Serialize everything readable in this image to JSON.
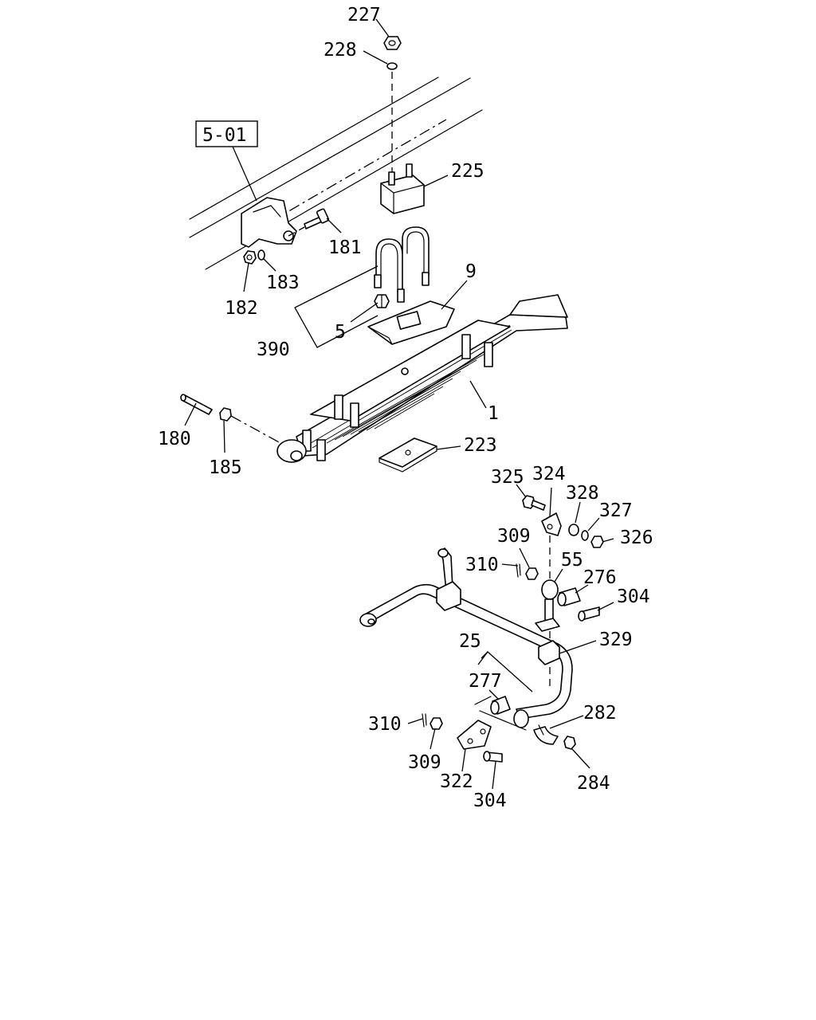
{
  "reference_box": "5-01",
  "callouts": {
    "c227": "227",
    "c228": "228",
    "c225": "225",
    "c181": "181",
    "c183": "183",
    "c182": "182",
    "c9": "9",
    "c5": "5",
    "c390": "390",
    "c1": "1",
    "c180": "180",
    "c185": "185",
    "c223": "223",
    "c325": "325",
    "c324": "324",
    "c328": "328",
    "c327": "327",
    "c326": "326",
    "c309a": "309",
    "c310a": "310",
    "c55": "55",
    "c276": "276",
    "c304a": "304",
    "c25": "25",
    "c329": "329",
    "c277": "277",
    "c282": "282",
    "c310b": "310",
    "c309b": "309",
    "c322": "322",
    "c304b": "304",
    "c284": "284"
  }
}
